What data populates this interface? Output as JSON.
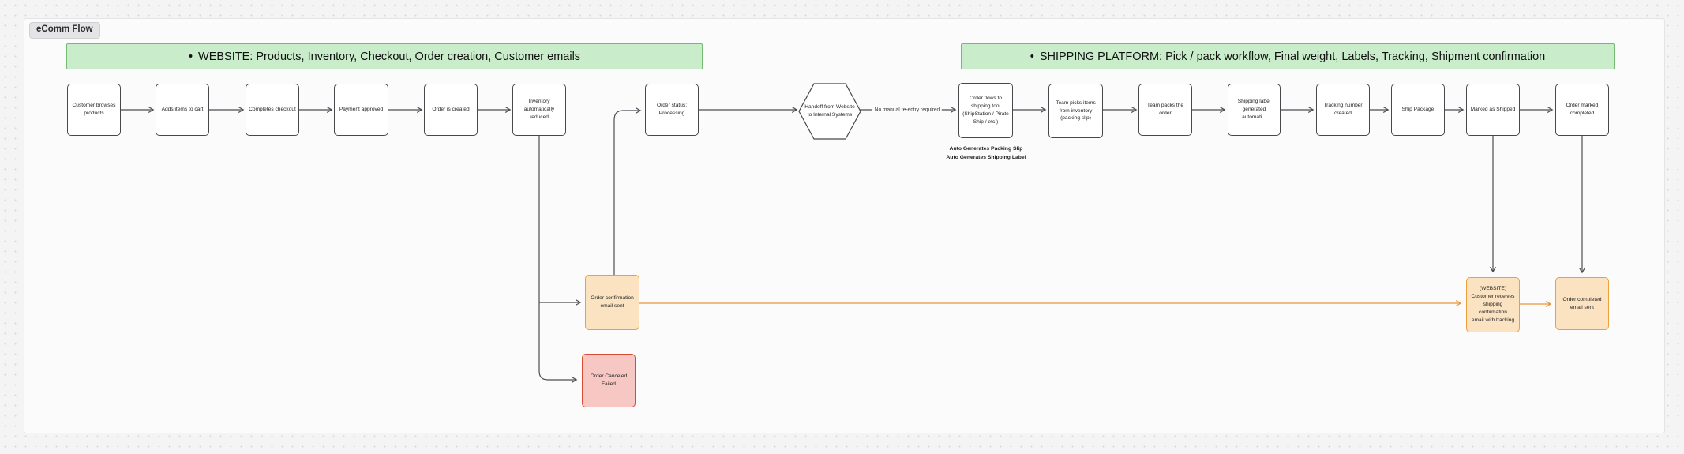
{
  "frame": {
    "title": "eComm Flow"
  },
  "banners": {
    "bullet": "•",
    "website": "WEBSITE: Products, Inventory, Checkout, Order creation, Customer emails",
    "shipping": "SHIPPING PLATFORM: Pick / pack workflow, Final weight, Labels, Tracking, Shipment confirmation"
  },
  "nodes": {
    "customer_browses": {
      "label": "Customer browses\nproducts"
    },
    "adds_items": {
      "label": "Adds items to cart"
    },
    "completes_checkout": {
      "label": "Completes checkout"
    },
    "payment_approved": {
      "label": "Payment approved"
    },
    "order_created": {
      "label": "Order is created"
    },
    "inventory_reduced": {
      "label": "Inventory\nautomatically reduced"
    },
    "order_status": {
      "label": "Order status:\nProcessing"
    },
    "handoff": {
      "label": "Handoff from Website\nto Internal Systems"
    },
    "order_flows": {
      "label": "Order flows to\nshipping tool\n(ShipStation / Pirate\nShip / etc.)"
    },
    "team_picks": {
      "label": "Team picks items\nfrom inventory\n(packing slip)"
    },
    "team_packs": {
      "label": "Team packs the order"
    },
    "shipping_label": {
      "label": "Shipping label\ngenerated automati..."
    },
    "tracking_number": {
      "label": "Tracking number\ncreated"
    },
    "ship_package": {
      "label": "Ship Package"
    },
    "marked_shipped": {
      "label": "Marked as Shipped"
    },
    "order_marked_completed": {
      "label": "Order marked\ncompleted"
    },
    "order_confirmation_email": {
      "label": "Order confirmation\nemail sent"
    },
    "order_canceled": {
      "label": "Order Canceled Failed"
    },
    "customer_receives": {
      "label": "(WEBSITE)\nCustomer receives\nshipping confirmation\nemail with tracking"
    },
    "order_completed_email": {
      "label": "Order completed\nemail sent"
    }
  },
  "edge_labels": {
    "no_manual": "No manual re-entry required"
  },
  "annotations": {
    "auto_generates": "Auto Generates Packing Slip\nAuto Generates Shipping Label"
  },
  "colors": {
    "green_fill": "#c9ecca",
    "green_border": "#74b976",
    "orange_fill": "#fbe3c2",
    "orange_border": "#e9a03d",
    "orange_line": "#e9953b",
    "red_fill": "#f7c7c3",
    "red_border": "#d84b33",
    "wire_gray": "#4e4e52",
    "canvas_bg": "#f4f4f5",
    "frame_bg": "#fbfbfc"
  }
}
